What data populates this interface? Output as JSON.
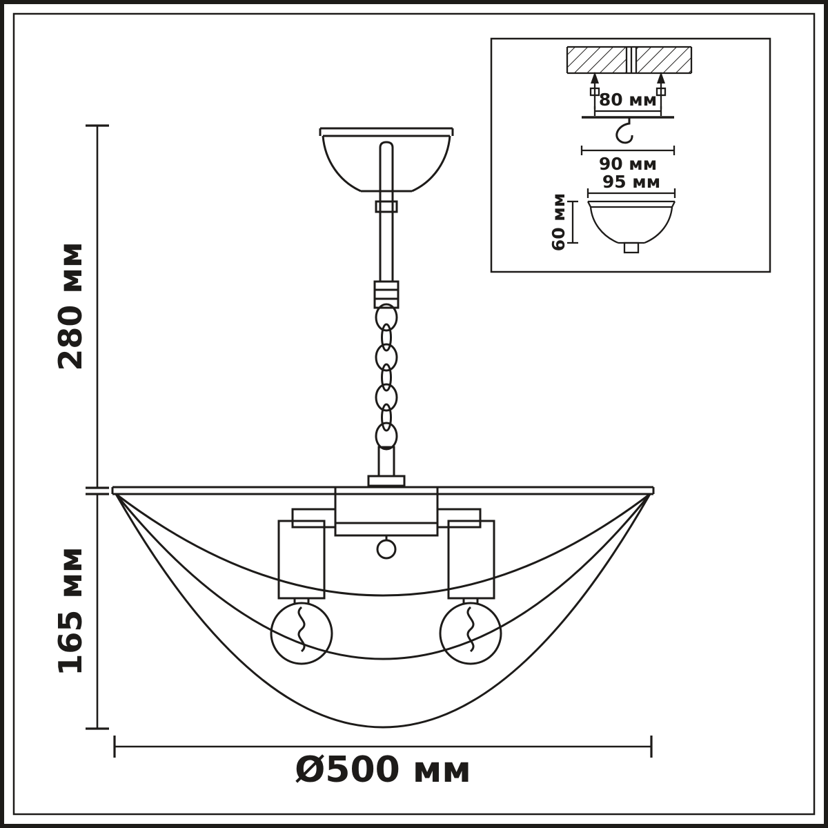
{
  "colors": {
    "line": "#1d1b19",
    "background": "#ffffff"
  },
  "main_dimensions": {
    "suspension_height": "280 мм",
    "shade_height": "165 мм",
    "diameter": "Ø500 мм"
  },
  "inset": {
    "anchor_spacing": "80 мм",
    "bracket_width": "90 мм",
    "canopy_width": "95 мм",
    "canopy_height": "60 мм"
  }
}
